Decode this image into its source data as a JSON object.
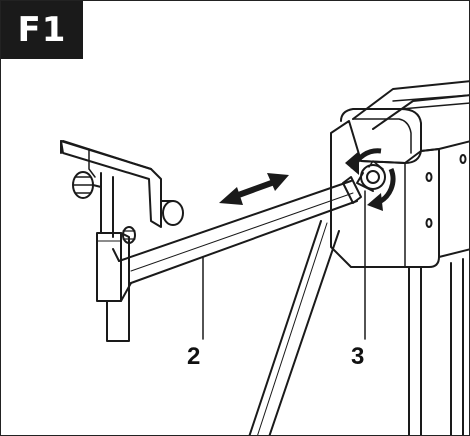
{
  "figure": {
    "label": "F1"
  },
  "callouts": [
    {
      "id": "2",
      "text": "2"
    },
    {
      "id": "3",
      "text": "3"
    }
  ]
}
